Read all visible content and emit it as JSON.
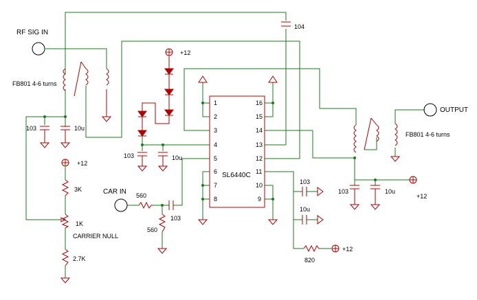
{
  "labels": {
    "rf_sig_in": "RF SIG  IN",
    "fb801_left": "FB801 4-6 turns",
    "cap_104": "104",
    "plus12_top": "+12",
    "cap_103_left": "103",
    "cap_10u_left": "10u",
    "cap_103_mid": "103",
    "cap_10u_mid": "10u",
    "plus12_pot": "+12",
    "res_3k": "3K",
    "car_in": "CAR IN",
    "res_560_h": "560",
    "res_560_v": "560",
    "cap_103_car": "103",
    "pot_1k": "1K",
    "carrier_null": "CARRIER NULL",
    "res_2k7": "2.7K",
    "chip": "SL6440C",
    "cap_103_p11": "103",
    "cap_10u_p11": "10u",
    "res_820": "820",
    "plus12_820": "+12",
    "output": "OUTPUT",
    "fb801_right": "FB801 4-6 turns",
    "cap_103_right": "103",
    "cap_10u_right": "10u",
    "plus12_right": "+12"
  },
  "pins": {
    "p1": "1",
    "p2": "2",
    "p3": "3",
    "p4": "4",
    "p5": "5",
    "p6": "6",
    "p7": "7",
    "p8": "8",
    "p9": "9",
    "p10": "10",
    "p11": "11",
    "p12": "12",
    "p13": "13",
    "p14": "14",
    "p15": "15",
    "p16": "16"
  },
  "colors": {
    "wire": "#1a7a1a",
    "component": "#b00000",
    "outline": "#000000"
  }
}
